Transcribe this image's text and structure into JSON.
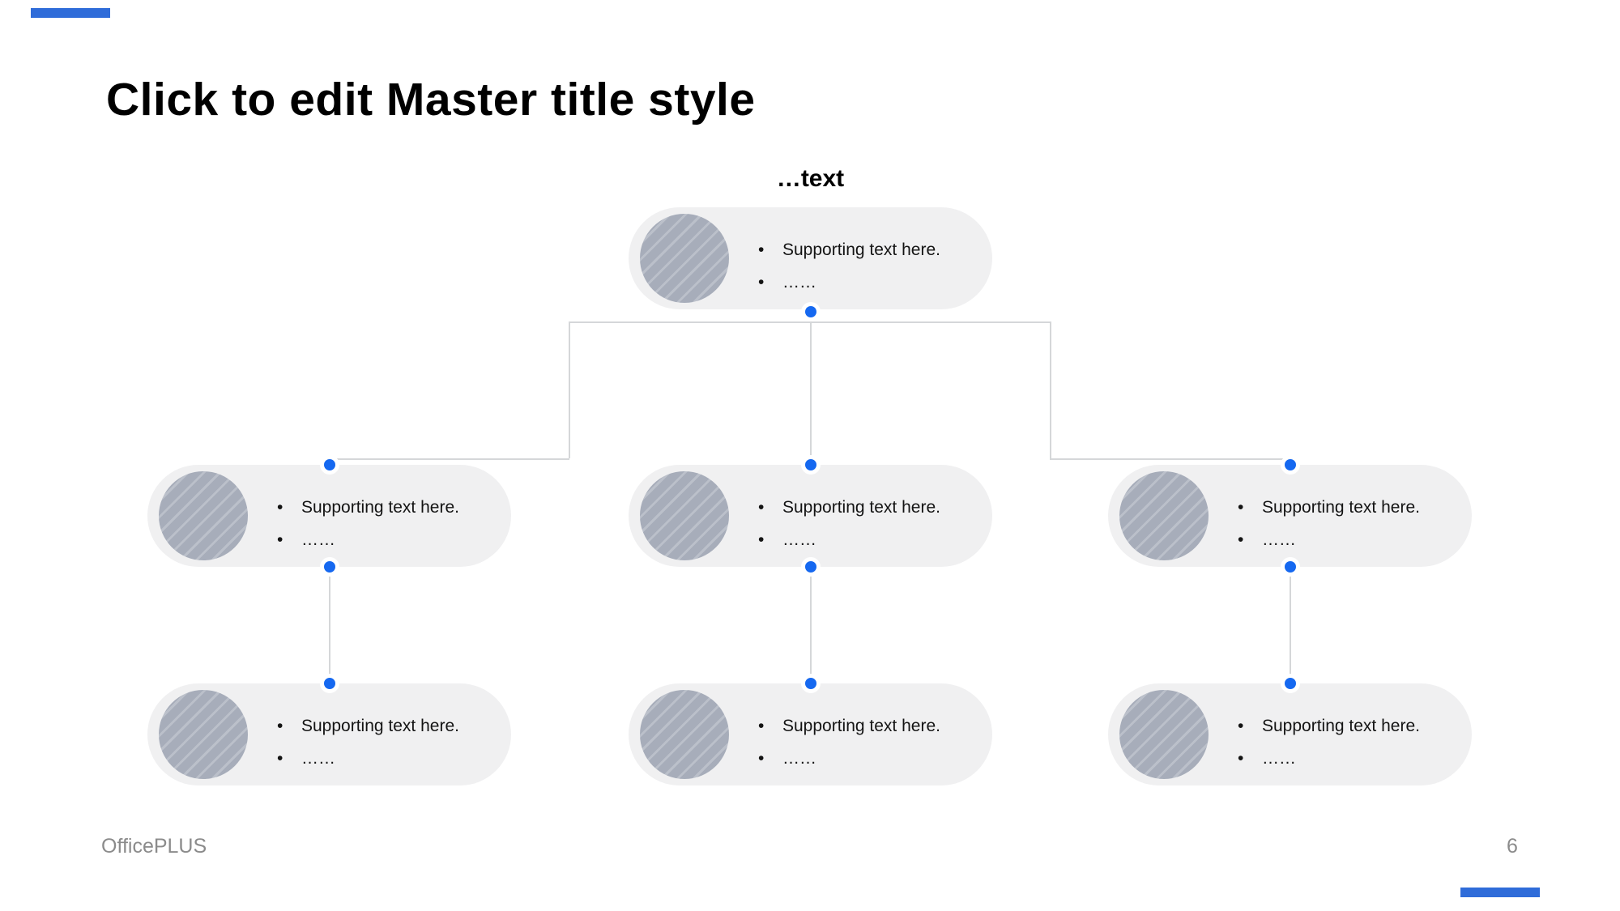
{
  "title": {
    "text": "Click to edit Master title style"
  },
  "diagram": {
    "label": "…text",
    "bullet_char": "•",
    "nodes": [
      {
        "id": "top",
        "bullets": [
          "Supporting text here.",
          "……"
        ]
      },
      {
        "id": "mid-left",
        "bullets": [
          "Supporting text here.",
          "……"
        ]
      },
      {
        "id": "mid-center",
        "bullets": [
          "Supporting text here.",
          "……"
        ]
      },
      {
        "id": "mid-right",
        "bullets": [
          "Supporting text here.",
          "……"
        ]
      },
      {
        "id": "bottom-left",
        "bullets": [
          "Supporting text here.",
          "……"
        ]
      },
      {
        "id": "bottom-center",
        "bullets": [
          "Supporting text here.",
          "……"
        ]
      },
      {
        "id": "bottom-right",
        "bullets": [
          "Supporting text here.",
          "……"
        ]
      }
    ]
  },
  "footer": {
    "brand": "OfficePLUS",
    "page_number": "6"
  },
  "colors": {
    "accent_dot": "#1568F0",
    "corner_bar": "#2F6CD9",
    "node_background": "#F0F0F1",
    "avatar_fill": "#A7ADBA",
    "avatar_stripe": "#BBC0CA",
    "connector_line": "#D5D7D9",
    "footer_text": "#8B8B8B",
    "text": "#000000"
  }
}
